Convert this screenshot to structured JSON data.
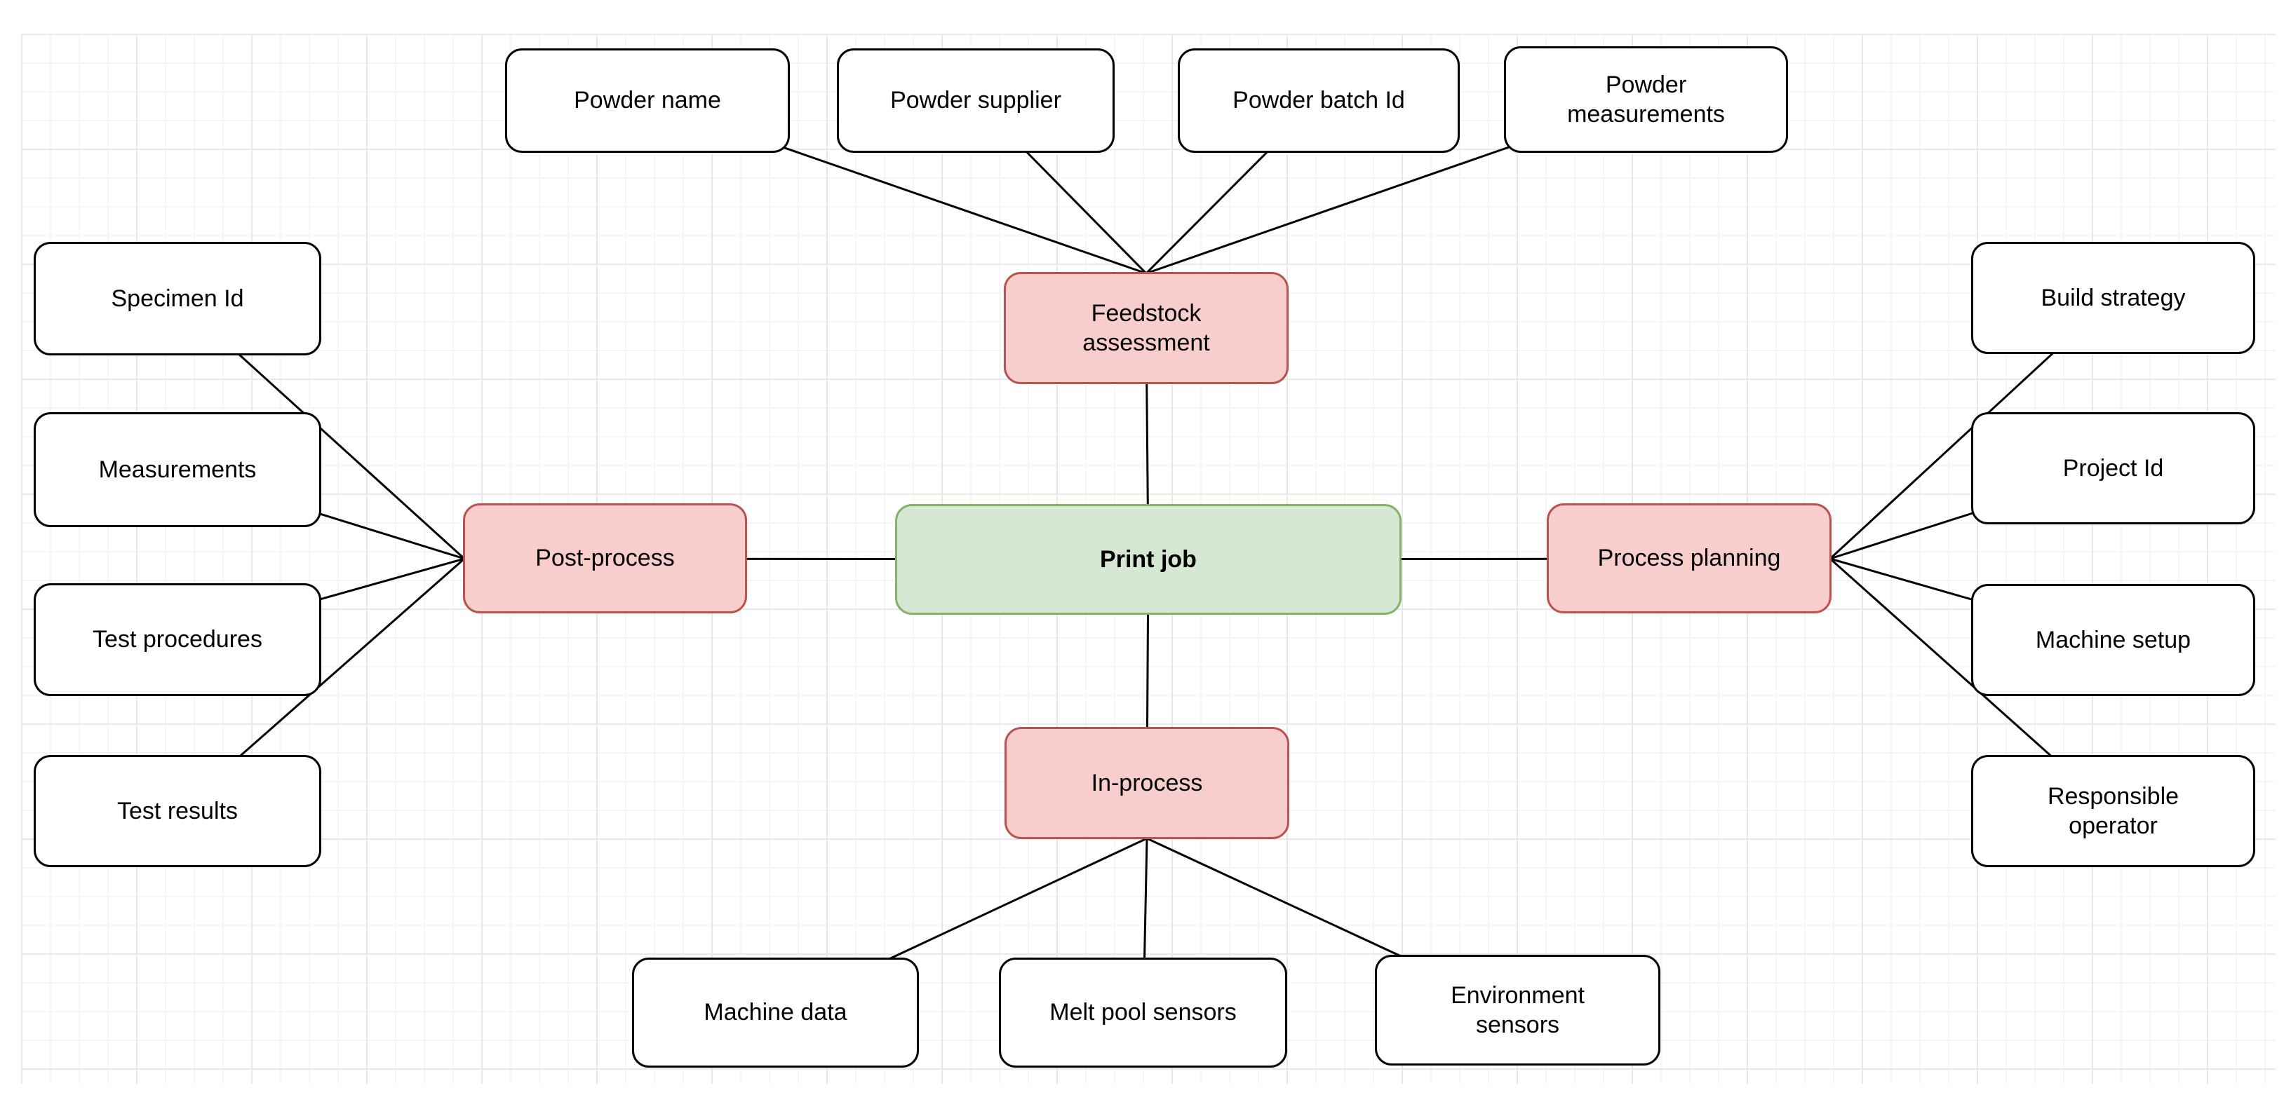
{
  "diagram": {
    "kind": "mind-map",
    "palette": {
      "root_fill": "#d5e8d4",
      "root_border": "#82b366",
      "category_fill": "#f8cecc",
      "category_border": "#b85450",
      "leaf_fill": "#ffffff",
      "leaf_border": "#000000",
      "edge_color": "#000000",
      "grid_minor": "#f6f6f6",
      "grid_major": "#e8e8e8"
    }
  },
  "nodes": [
    {
      "id": "print-job",
      "label": "Print job",
      "role": "root"
    },
    {
      "id": "feedstock-assessment",
      "label": "Feedstock\nassessment",
      "role": "category",
      "parent": "print-job"
    },
    {
      "id": "post-process",
      "label": "Post-process",
      "role": "category",
      "parent": "print-job"
    },
    {
      "id": "process-planning",
      "label": "Process planning",
      "role": "category",
      "parent": "print-job"
    },
    {
      "id": "in-process",
      "label": "In-process",
      "role": "category",
      "parent": "print-job"
    },
    {
      "id": "powder-name",
      "label": "Powder name",
      "role": "leaf",
      "parent": "feedstock-assessment"
    },
    {
      "id": "powder-supplier",
      "label": "Powder supplier",
      "role": "leaf",
      "parent": "feedstock-assessment"
    },
    {
      "id": "powder-batch-id",
      "label": "Powder batch Id",
      "role": "leaf",
      "parent": "feedstock-assessment"
    },
    {
      "id": "powder-measurements",
      "label": "Powder\nmeasurements",
      "role": "leaf",
      "parent": "feedstock-assessment"
    },
    {
      "id": "specimen-id",
      "label": "Specimen Id",
      "role": "leaf",
      "parent": "post-process"
    },
    {
      "id": "measurements",
      "label": "Measurements",
      "role": "leaf",
      "parent": "post-process"
    },
    {
      "id": "test-procedures",
      "label": "Test procedures",
      "role": "leaf",
      "parent": "post-process"
    },
    {
      "id": "test-results",
      "label": "Test results",
      "role": "leaf",
      "parent": "post-process"
    },
    {
      "id": "build-strategy",
      "label": "Build strategy",
      "role": "leaf",
      "parent": "process-planning"
    },
    {
      "id": "project-id",
      "label": "Project Id",
      "role": "leaf",
      "parent": "process-planning"
    },
    {
      "id": "machine-setup",
      "label": "Machine setup",
      "role": "leaf",
      "parent": "process-planning"
    },
    {
      "id": "responsible-operator",
      "label": "Responsible\noperator",
      "role": "leaf",
      "parent": "process-planning"
    },
    {
      "id": "machine-data",
      "label": "Machine data",
      "role": "leaf",
      "parent": "in-process"
    },
    {
      "id": "melt-pool-sensors",
      "label": "Melt pool sensors",
      "role": "leaf",
      "parent": "in-process"
    },
    {
      "id": "environment-sensors",
      "label": "Environment\nsensors",
      "role": "leaf",
      "parent": "in-process"
    }
  ],
  "edges": [
    {
      "from": "powder-name",
      "to": "feedstock-assessment"
    },
    {
      "from": "powder-supplier",
      "to": "feedstock-assessment"
    },
    {
      "from": "powder-batch-id",
      "to": "feedstock-assessment"
    },
    {
      "from": "powder-measurements",
      "to": "feedstock-assessment"
    },
    {
      "from": "feedstock-assessment",
      "to": "print-job"
    },
    {
      "from": "post-process",
      "to": "print-job"
    },
    {
      "from": "specimen-id",
      "to": "post-process"
    },
    {
      "from": "measurements",
      "to": "post-process"
    },
    {
      "from": "test-procedures",
      "to": "post-process"
    },
    {
      "from": "test-results",
      "to": "post-process"
    },
    {
      "from": "process-planning",
      "to": "print-job"
    },
    {
      "from": "build-strategy",
      "to": "process-planning"
    },
    {
      "from": "project-id",
      "to": "process-planning"
    },
    {
      "from": "machine-setup",
      "to": "process-planning"
    },
    {
      "from": "responsible-operator",
      "to": "process-planning"
    },
    {
      "from": "in-process",
      "to": "print-job"
    },
    {
      "from": "machine-data",
      "to": "in-process"
    },
    {
      "from": "melt-pool-sensors",
      "to": "in-process"
    },
    {
      "from": "environment-sensors",
      "to": "in-process"
    }
  ]
}
